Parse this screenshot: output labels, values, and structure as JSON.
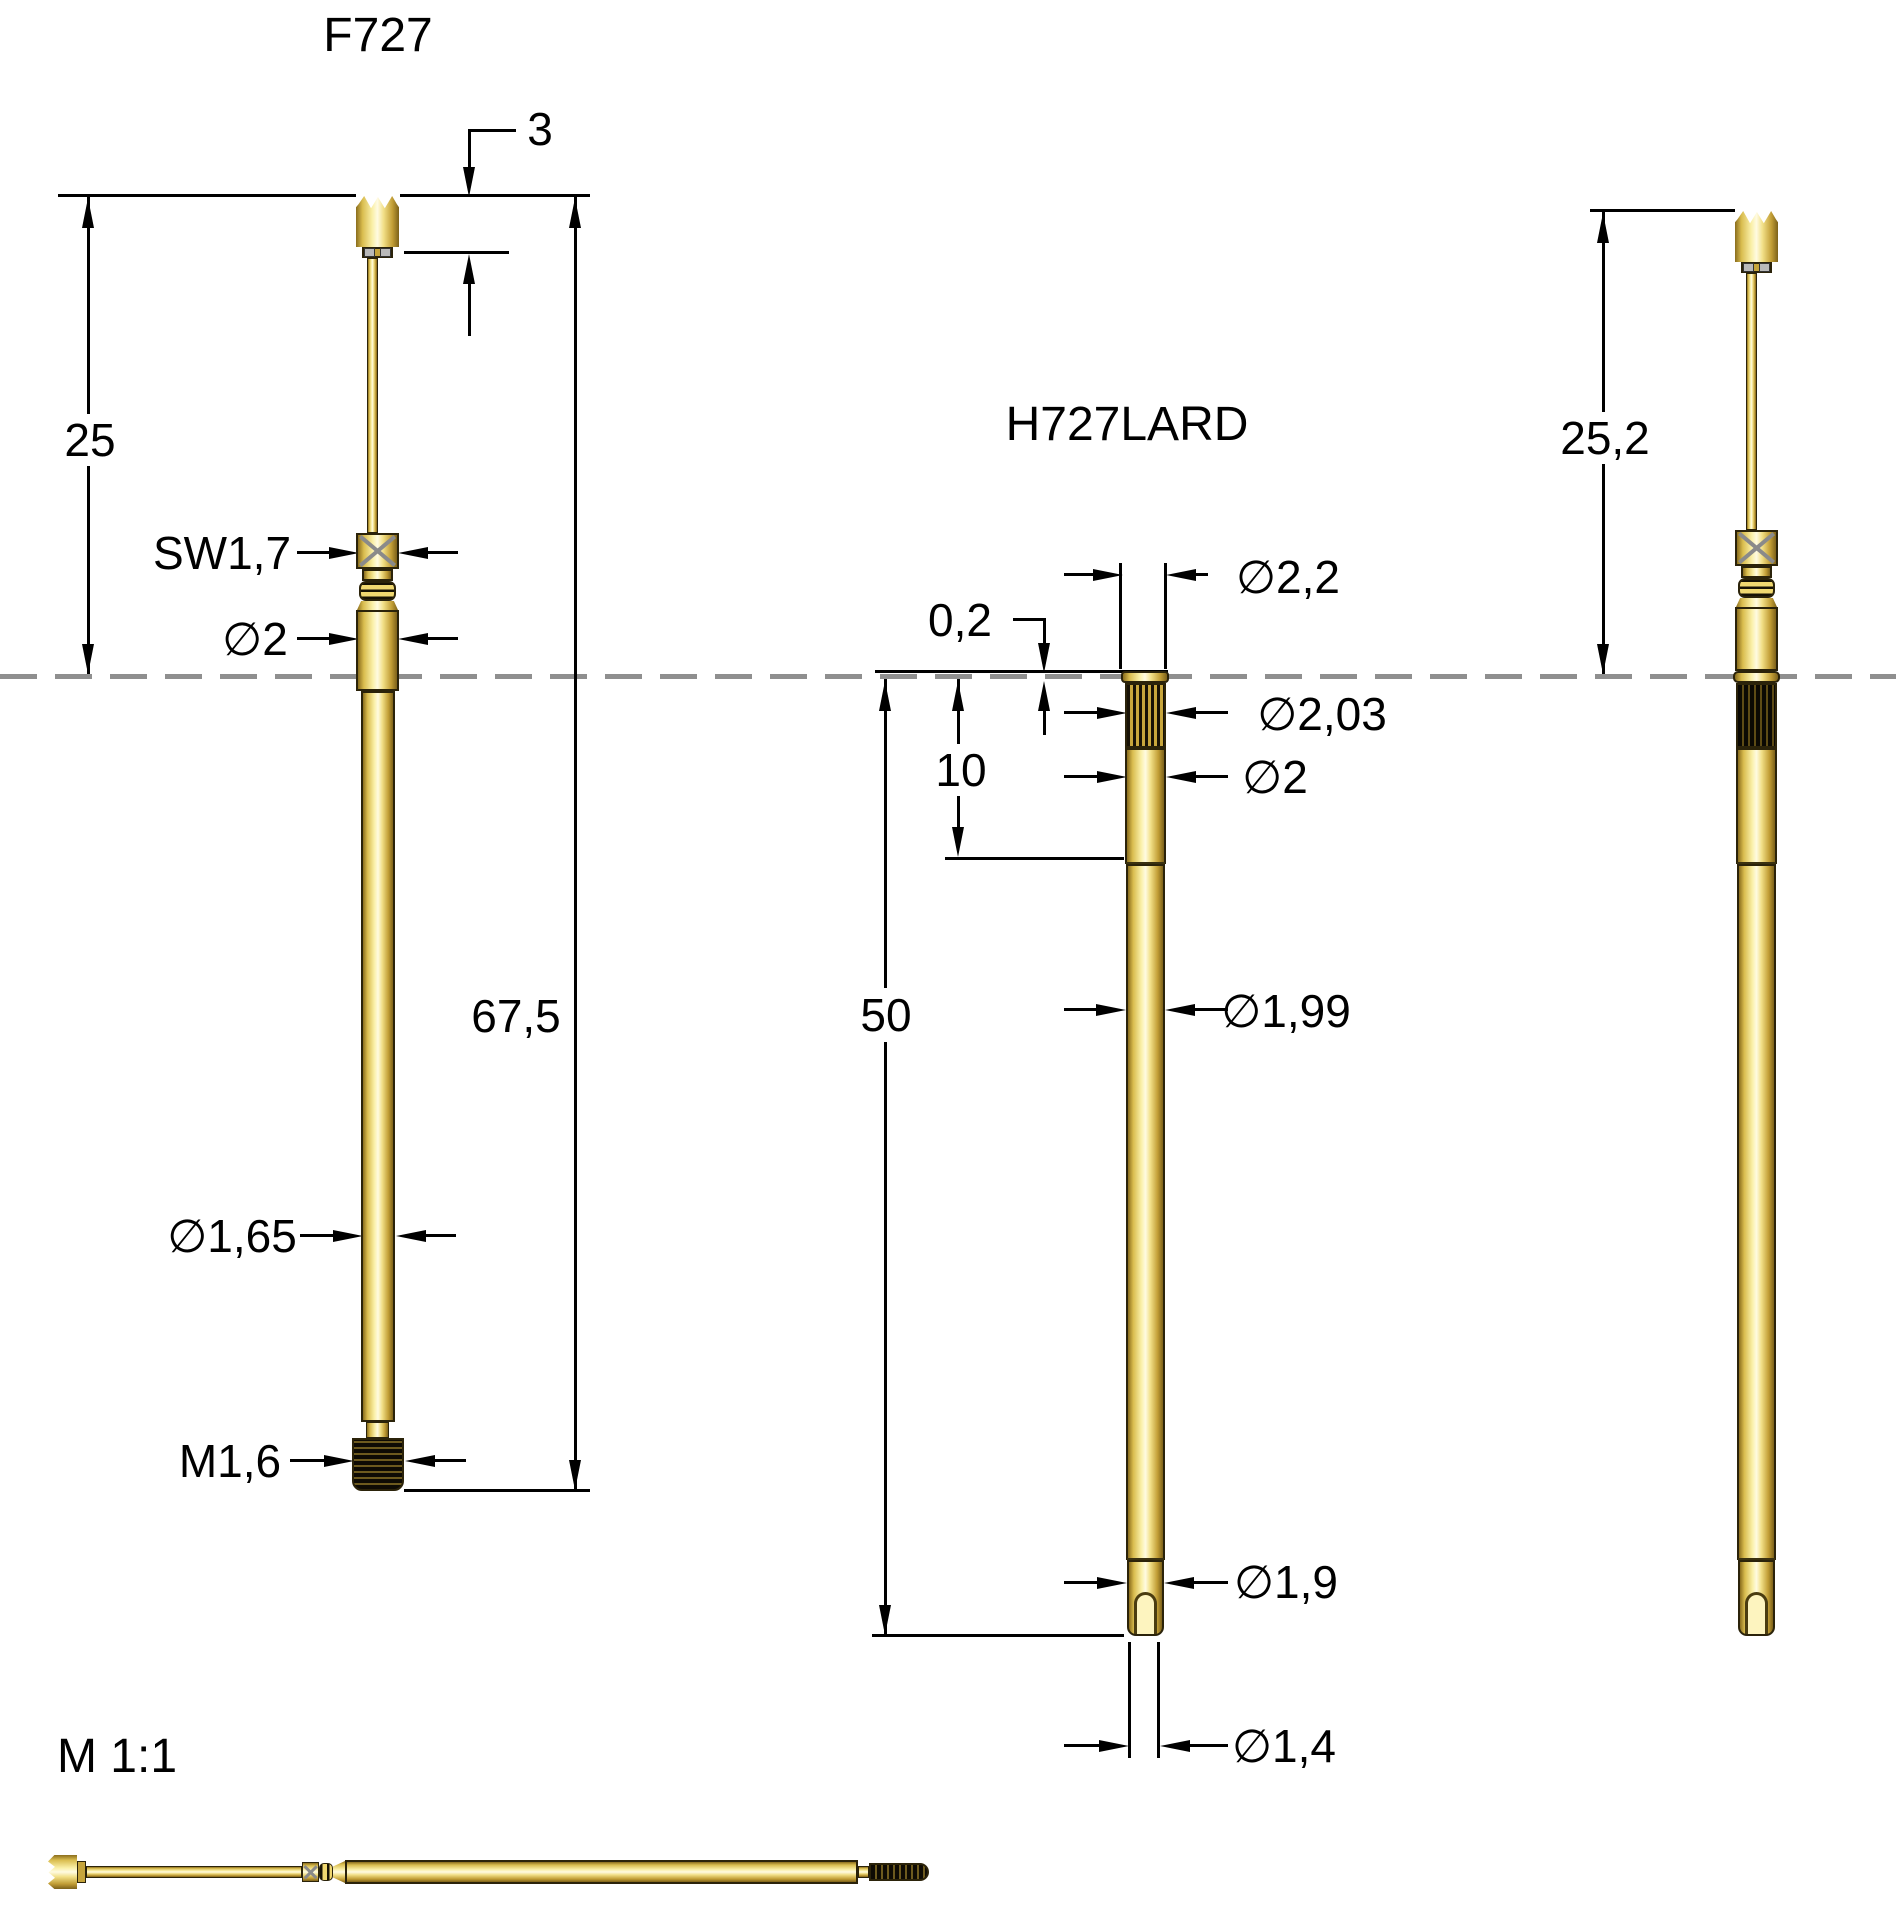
{
  "probes": {
    "f727": {
      "title": "F727",
      "tip_length": "3",
      "length_above_board": "25",
      "hex_width": "SW1,7",
      "head_dia": "∅2",
      "total_length": "67,5",
      "shaft_dia": "∅1,65",
      "thread": "M1,6"
    },
    "h727lard": {
      "title": "H727LARD",
      "flange_height": "0,2",
      "flange_dia": "∅2,2",
      "knurl_dia": "∅2,03",
      "body_dia": "∅2",
      "knurl_length": "10",
      "length_below_board": "50",
      "sleeve_dia": "∅1,99",
      "tip_dia": "∅1,9",
      "bore_dia": "∅1,4"
    },
    "assembled": {
      "length_above_board": "25,2"
    },
    "scale_note": "M 1:1"
  }
}
